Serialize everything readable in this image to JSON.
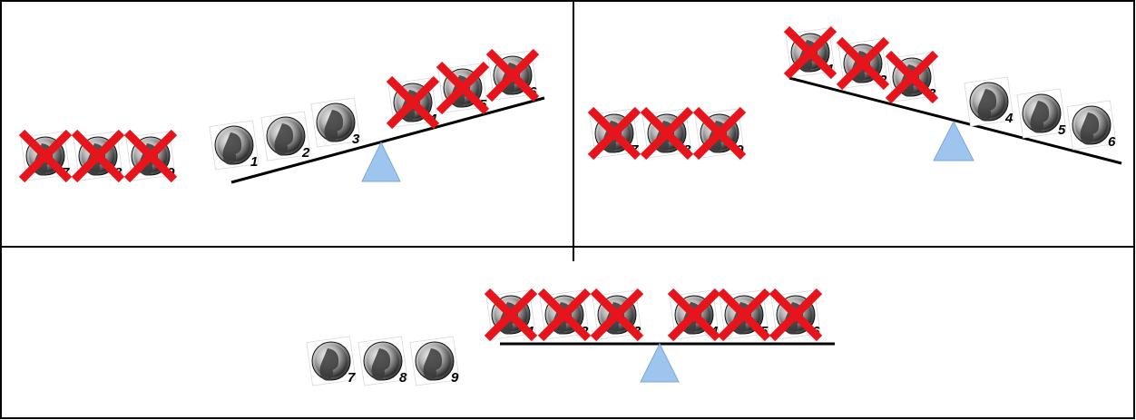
{
  "colors": {
    "fulcrum": "#9ec5ee",
    "cross": "#e8141b",
    "border": "#000000",
    "beam": "#000000"
  },
  "panels": [
    {
      "name": "panel-top-left",
      "tilt": "right-side-up",
      "off_scale": [
        {
          "label": "7",
          "crossed": true
        },
        {
          "label": "8",
          "crossed": true
        },
        {
          "label": "9",
          "crossed": true
        }
      ],
      "left_pan": [
        {
          "label": "1",
          "crossed": false
        },
        {
          "label": "2",
          "crossed": false
        },
        {
          "label": "3",
          "crossed": false
        }
      ],
      "right_pan": [
        {
          "label": "4",
          "crossed": true
        },
        {
          "label": "5",
          "crossed": true
        },
        {
          "label": "6",
          "crossed": true
        }
      ]
    },
    {
      "name": "panel-top-right",
      "tilt": "left-side-up",
      "off_scale": [
        {
          "label": "7",
          "crossed": true
        },
        {
          "label": "8",
          "crossed": true
        },
        {
          "label": "9",
          "crossed": true
        }
      ],
      "left_pan": [
        {
          "label": "1",
          "crossed": true
        },
        {
          "label": "2",
          "crossed": true
        },
        {
          "label": "3",
          "crossed": true
        }
      ],
      "right_pan": [
        {
          "label": "4",
          "crossed": false
        },
        {
          "label": "5",
          "crossed": false
        },
        {
          "label": "6",
          "crossed": false
        }
      ]
    },
    {
      "name": "panel-bottom",
      "tilt": "level",
      "off_scale": [
        {
          "label": "7",
          "crossed": false
        },
        {
          "label": "8",
          "crossed": false
        },
        {
          "label": "9",
          "crossed": false
        }
      ],
      "left_pan": [
        {
          "label": "1",
          "crossed": true
        },
        {
          "label": "2",
          "crossed": true
        },
        {
          "label": "3",
          "crossed": true
        }
      ],
      "right_pan": [
        {
          "label": "4",
          "crossed": true
        },
        {
          "label": "5",
          "crossed": true
        },
        {
          "label": "6",
          "crossed": true
        }
      ]
    }
  ]
}
